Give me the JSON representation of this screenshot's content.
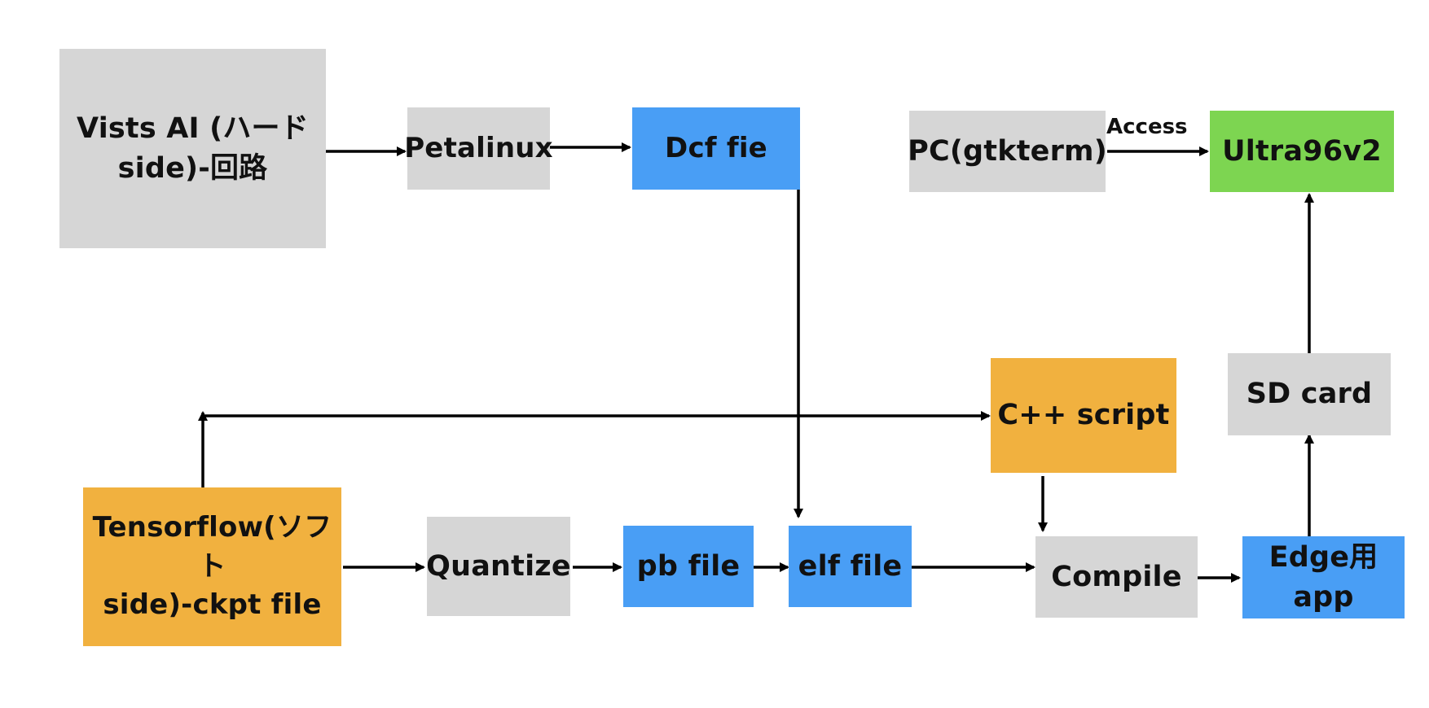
{
  "diagram": {
    "nodes": {
      "vitis_ai": {
        "label": "Vists AI (ハード\nside)-回路",
        "fill": "#d6d6d6"
      },
      "petalinux": {
        "label": "Petalinux",
        "fill": "#d6d6d6"
      },
      "dcf_file": {
        "label": "Dcf fie",
        "fill": "#499ef5"
      },
      "pc_gtkterm": {
        "label": "PC(gtkterm)",
        "fill": "#d6d6d6"
      },
      "ultra96v2": {
        "label": "Ultra96v2",
        "fill": "#7dd551"
      },
      "cpp_script": {
        "label": "C++ script",
        "fill": "#f1b13f"
      },
      "sd_card": {
        "label": "SD card",
        "fill": "#d6d6d6"
      },
      "tensorflow": {
        "label": "Tensorflow(ソフト\nside)-ckpt file",
        "fill": "#f1b13f"
      },
      "quantize": {
        "label": "Quantize",
        "fill": "#d6d6d6"
      },
      "pb_file": {
        "label": "pb file",
        "fill": "#499ef5"
      },
      "elf_file": {
        "label": "elf file",
        "fill": "#499ef5"
      },
      "compile": {
        "label": "Compile",
        "fill": "#d6d6d6"
      },
      "edge_app": {
        "label": "Edge用app",
        "fill": "#499ef5"
      }
    },
    "edges": [
      {
        "from": "vitis_ai",
        "to": "petalinux"
      },
      {
        "from": "petalinux",
        "to": "dcf_file"
      },
      {
        "from": "dcf_file",
        "to": "elf_file"
      },
      {
        "from": "pc_gtkterm",
        "to": "ultra96v2",
        "label": "Access"
      },
      {
        "from": "tensorflow",
        "to": "cpp_script"
      },
      {
        "from": "tensorflow",
        "to": "quantize"
      },
      {
        "from": "quantize",
        "to": "pb_file"
      },
      {
        "from": "pb_file",
        "to": "elf_file"
      },
      {
        "from": "elf_file",
        "to": "compile"
      },
      {
        "from": "cpp_script",
        "to": "compile"
      },
      {
        "from": "compile",
        "to": "edge_app"
      },
      {
        "from": "edge_app",
        "to": "sd_card"
      },
      {
        "from": "sd_card",
        "to": "ultra96v2"
      }
    ]
  }
}
